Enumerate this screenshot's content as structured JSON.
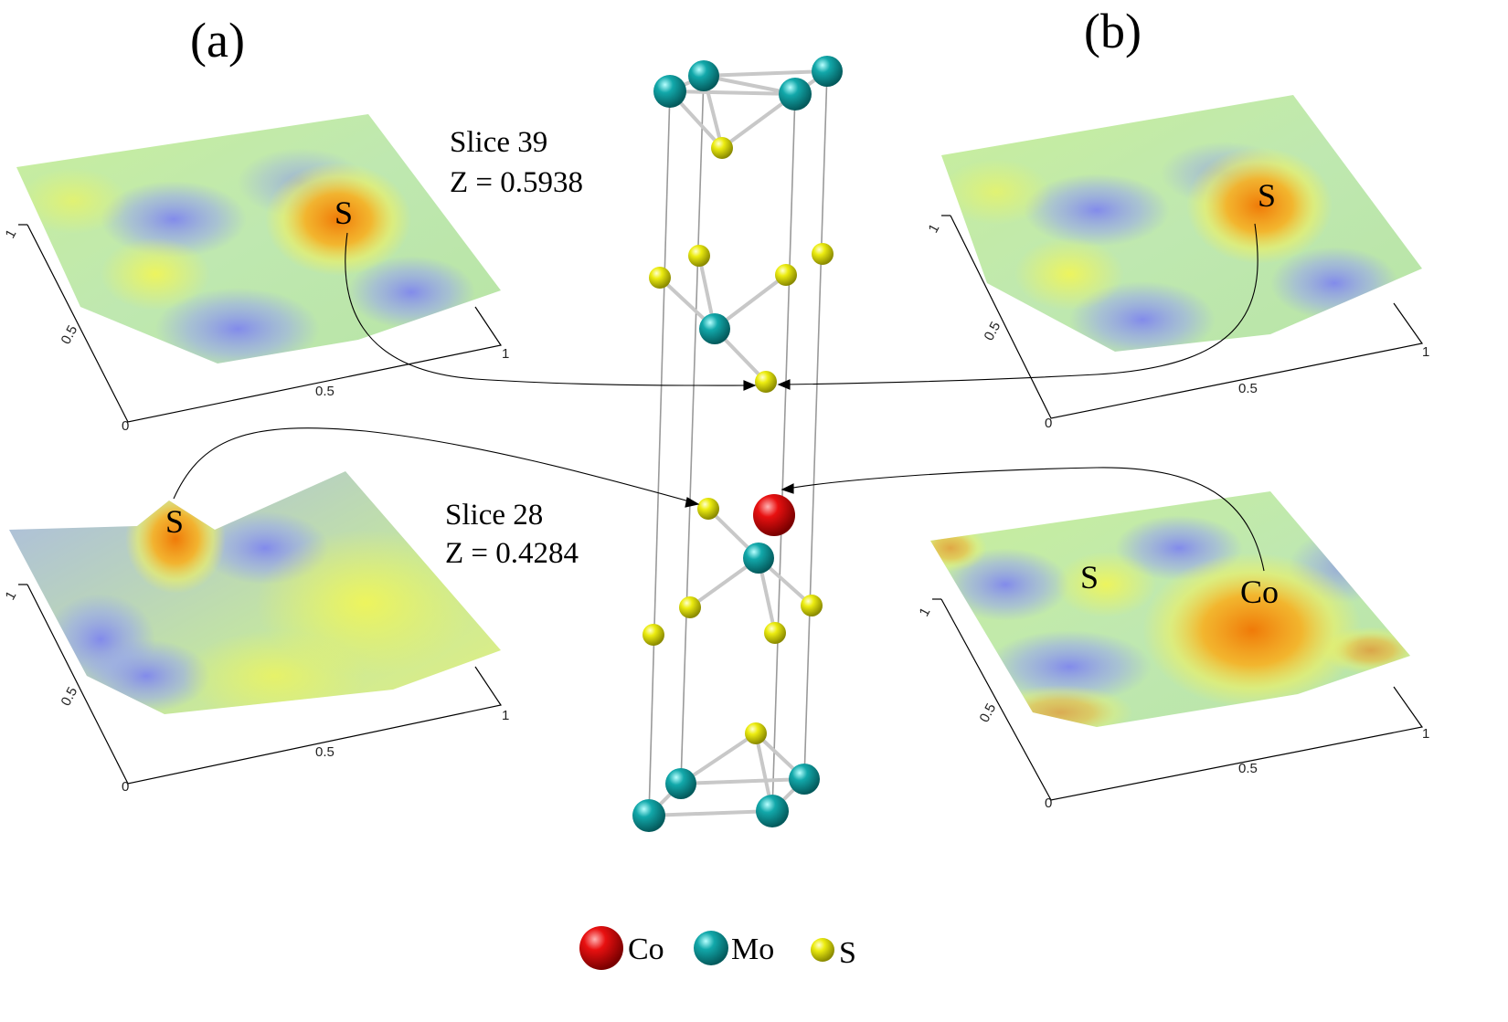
{
  "panels": {
    "a": {
      "label": "(a)"
    },
    "b": {
      "label": "(b)"
    }
  },
  "slices": {
    "top": {
      "title": "Slice 39",
      "z": "Z = 0.5938"
    },
    "bottom": {
      "title": "Slice 28",
      "z": "Z = 0.4284"
    }
  },
  "surfaces": {
    "a_top": {
      "peaks": [
        "S"
      ]
    },
    "a_bottom": {
      "peaks": [
        "S"
      ]
    },
    "b_top": {
      "peaks": [
        "S"
      ]
    },
    "b_bottom": {
      "peaks": [
        "S",
        "Co"
      ]
    }
  },
  "axis_ticks": {
    "zero": "0",
    "half": "0.5",
    "one": "1"
  },
  "legend": [
    {
      "symbol": "Co",
      "color": "#dd0000"
    },
    {
      "symbol": "Mo",
      "color": "#0ea5a8"
    },
    {
      "symbol": "S",
      "color": "#ecec10"
    }
  ],
  "colors": {
    "co": "#dd0000",
    "mo": "#0ea5a8",
    "s": "#ecec10",
    "surface_low": "#8f9ee8",
    "surface_mid": "#c6ec8c",
    "surface_high": "#f28c0c"
  }
}
